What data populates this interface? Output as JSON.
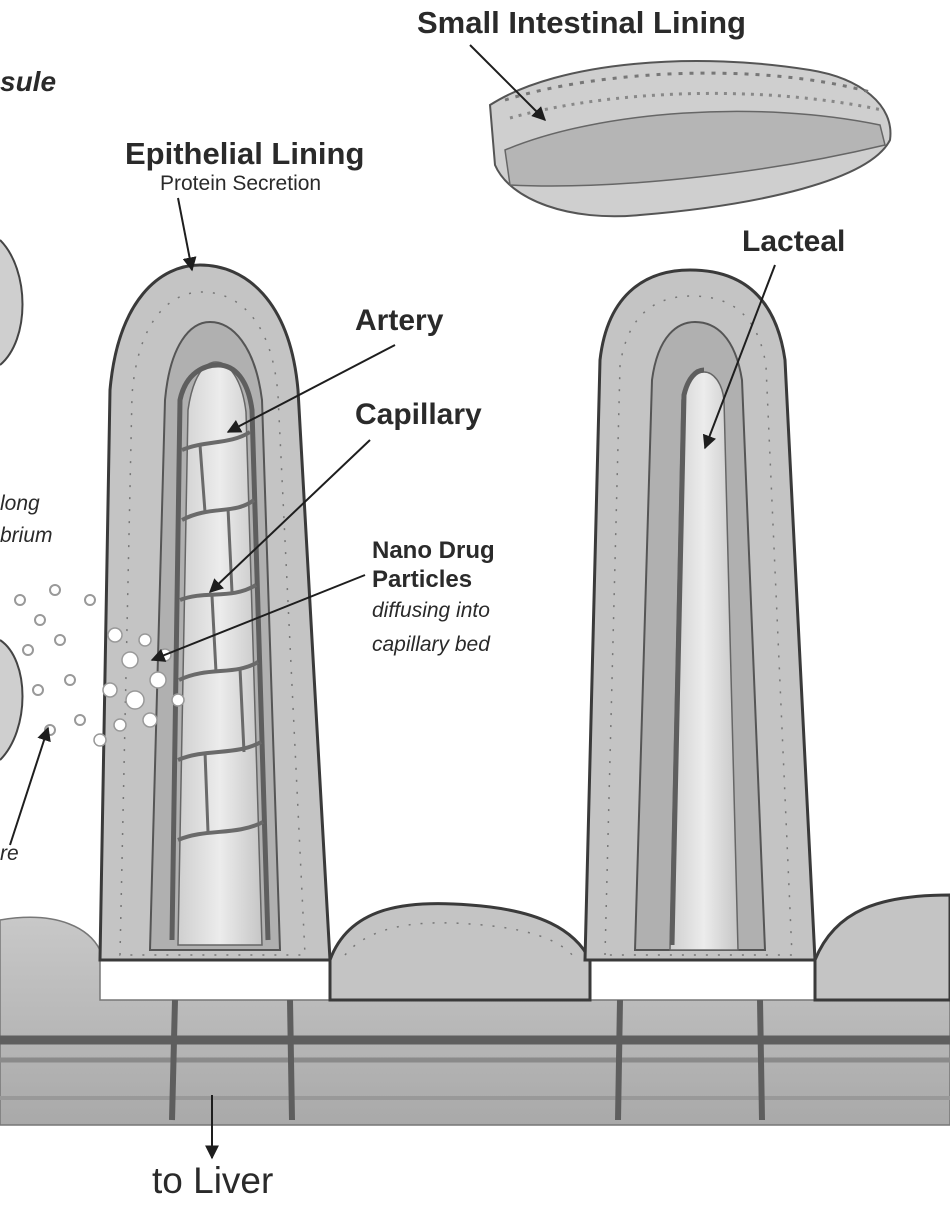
{
  "labels": {
    "small_intestinal_lining": "Small Intestinal Lining",
    "capsule_fragment": "sule",
    "epithelial_lining": "Epithelial Lining",
    "protein_secretion": "Protein Secretion",
    "lacteal": "Lacteal",
    "artery": "Artery",
    "capillary": "Capillary",
    "nano_drug_line1": "Nano Drug",
    "nano_drug_line2": "Particles",
    "diffusing_line1": "diffusing into",
    "diffusing_line2": "capillary bed",
    "left_fragment_1": "long",
    "left_fragment_2": "brium",
    "left_fragment_3": "re",
    "to_liver": "to Liver"
  },
  "colors": {
    "tissue_light": "#d6d6d6",
    "tissue_mid": "#b4b4b4",
    "tissue_dark": "#8a8a8a",
    "vessel": "#5e5e5e",
    "outline": "#3a3a3a",
    "text": "#2a2a2a"
  }
}
